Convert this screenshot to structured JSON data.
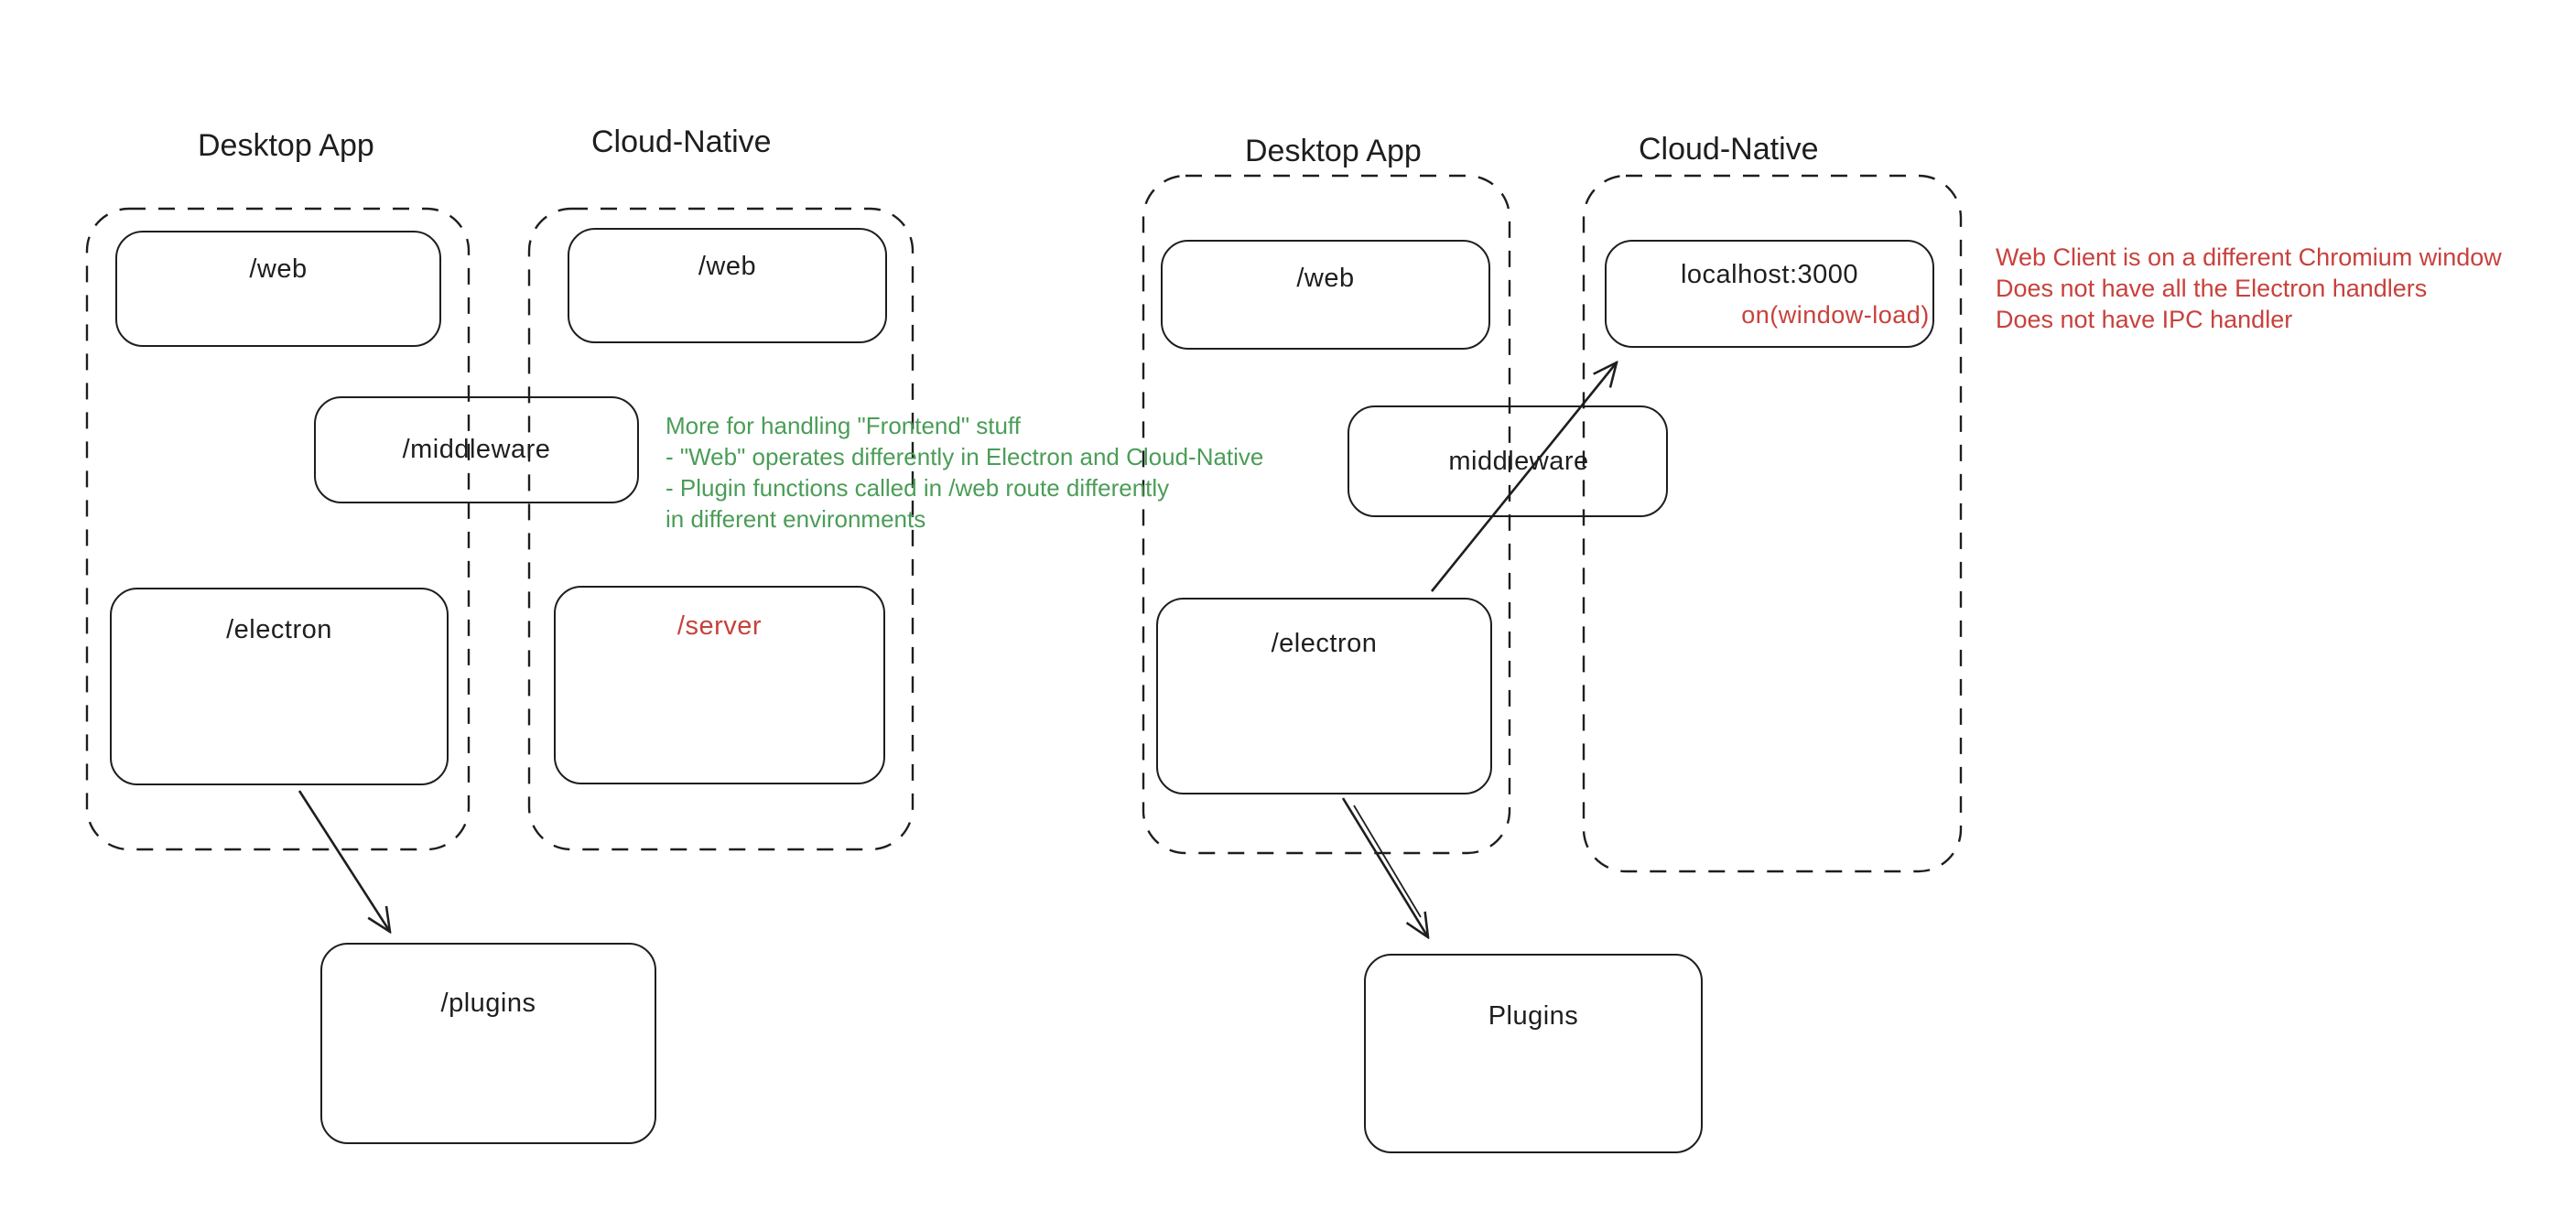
{
  "canvas": {
    "background_color": "#ffffff",
    "ink_color": "#1e1e1e",
    "green_color": "#4a9d57",
    "red_color": "#c8413c"
  },
  "left_diagram": {
    "desktop": {
      "title": "Desktop App",
      "web_label": "/web",
      "electron_label": "/electron"
    },
    "cloud": {
      "title": "Cloud-Native",
      "web_label": "/web",
      "server_label": "/server"
    },
    "middleware_label": "/middleware",
    "plugins_label": "/plugins"
  },
  "right_diagram": {
    "desktop": {
      "title": "Desktop App",
      "web_label": "/web",
      "electron_label": "/electron"
    },
    "cloud": {
      "title": "Cloud-Native",
      "localhost_label": "localhost:3000",
      "window_load_label": "on(window-load)"
    },
    "middleware_label": "middleware",
    "plugins_label": "Plugins"
  },
  "notes": {
    "green": {
      "line1": "More for handling \"Frontend\" stuff",
      "line2": "- \"Web\" operates differently in Electron and Cloud-Native",
      "line3": "- Plugin functions called in /web route differently",
      "line4": "in different environments"
    },
    "red": {
      "line1": "Web Client is on a different Chromium window",
      "line2": "Does not have all the Electron handlers",
      "line3": "Does not have IPC handler"
    }
  }
}
